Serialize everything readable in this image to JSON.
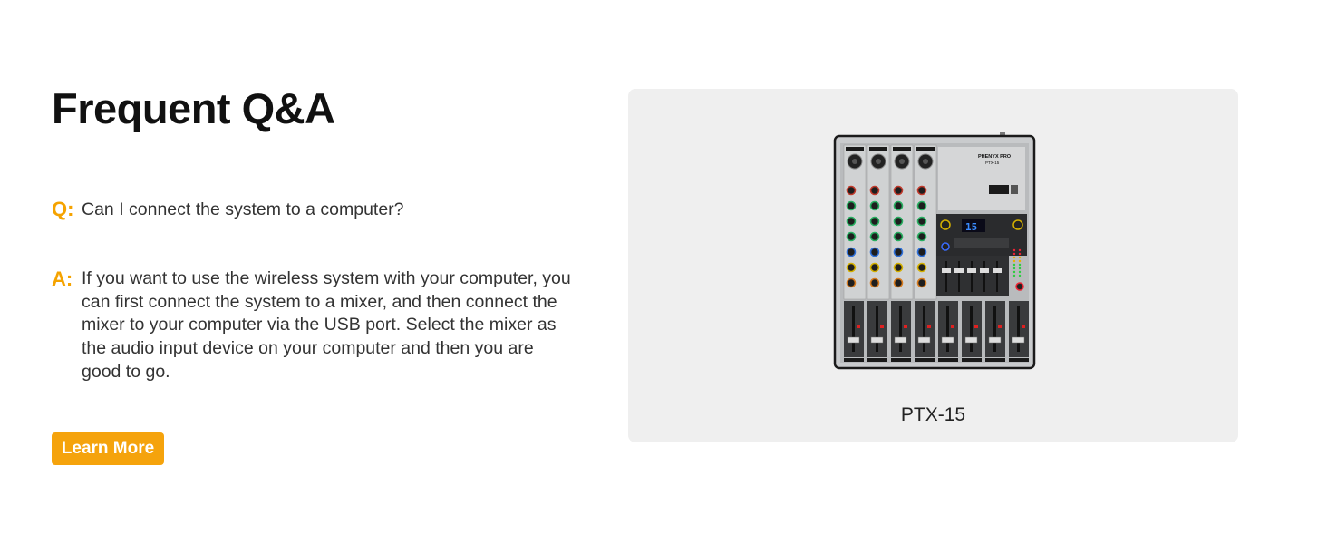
{
  "page": {
    "title": "Frequent Q&A"
  },
  "qa": {
    "question_label": "Q:",
    "question": "Can I connect the system to a computer?",
    "answer_label": "A:",
    "answer": "If you want to use the wireless system with your computer, you can first connect the system to a mixer, and then connect the mixer to your computer via the USB port. Select the mixer as the audio input device on your computer and then you are good to go."
  },
  "cta": {
    "learn_more_label": "Learn More",
    "color": "#f5a30c"
  },
  "product": {
    "brand": "PHENYX PRO",
    "model_label": "PTX-15",
    "display_value": "15",
    "caption": "PTX-15"
  },
  "colors": {
    "accent": "#f5a300",
    "card_background": "#efefef",
    "title": "#111111"
  }
}
